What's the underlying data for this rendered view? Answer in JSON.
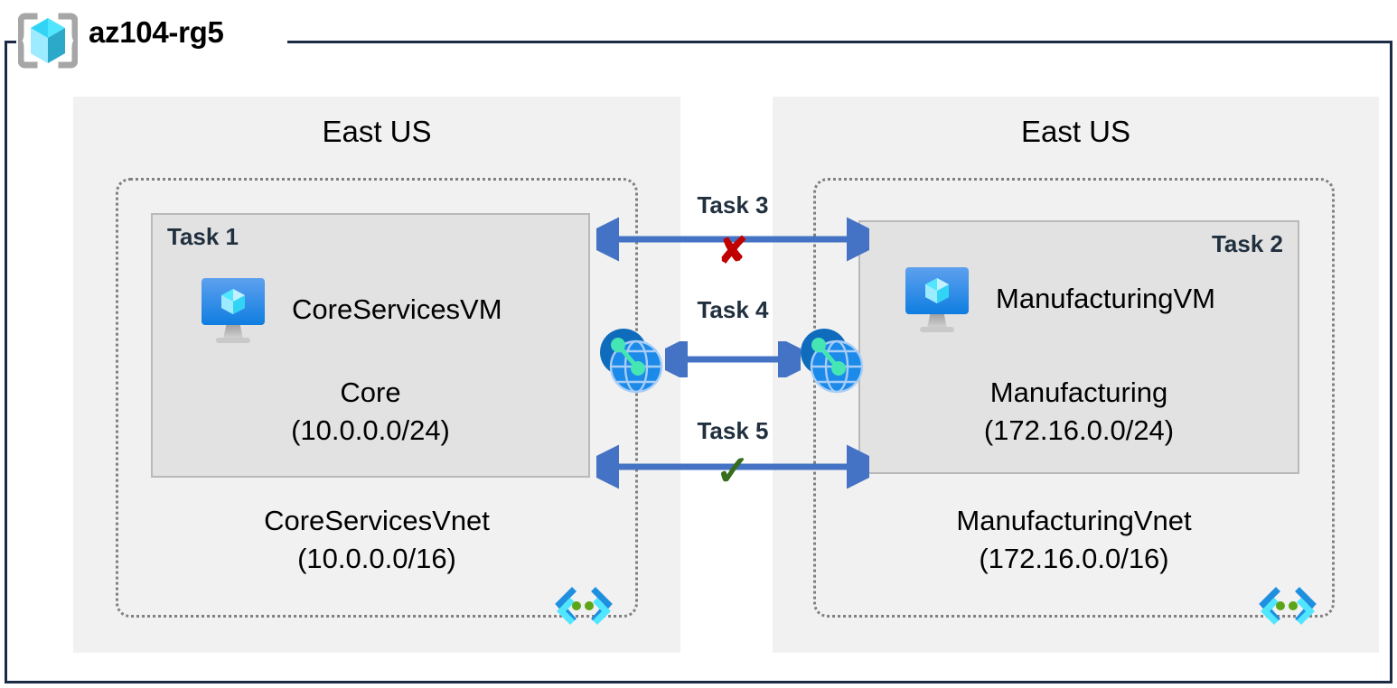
{
  "resource_group": {
    "name": "az104-rg5",
    "icon": "azure-resource-group-cube-icon"
  },
  "regions": [
    {
      "id": "left",
      "label": "East US",
      "vnet": {
        "name": "CoreServicesVnet",
        "cidr": "(10.0.0.0/16)",
        "icon": "virtual-network-icon"
      },
      "subnet": {
        "task_badge": "Task 1",
        "vm_name": "CoreServicesVM",
        "vm_icon": "virtual-machine-icon",
        "name": "Core",
        "cidr": "(10.0.0.0/24)"
      }
    },
    {
      "id": "right",
      "label": "East US",
      "vnet": {
        "name": "ManufacturingVnet",
        "cidr": "(172.16.0.0/16)",
        "icon": "virtual-network-icon"
      },
      "subnet": {
        "task_badge": "Task 2",
        "vm_name": "ManufacturingVM",
        "vm_icon": "virtual-machine-icon",
        "name": "Manufacturing",
        "cidr": "(172.16.0.0/24)"
      }
    }
  ],
  "connectors": [
    {
      "id": "task3",
      "label": "Task 3",
      "mark": "✘",
      "mark_name": "red-x-mark",
      "mark_color": "#c00000"
    },
    {
      "id": "task4",
      "label": "Task 4",
      "mark": "",
      "mark_name": "none",
      "mark_color": ""
    },
    {
      "id": "task5",
      "label": "Task 5",
      "mark": "✓",
      "mark_name": "green-check-mark",
      "mark_color": "#376e1e"
    }
  ],
  "peering_icons": {
    "left_name": "vnet-peering-icon",
    "right_name": "vnet-peering-icon"
  },
  "colors": {
    "frame_border": "#1b2a45",
    "region_fill": "#f1f1f1",
    "subnet_fill": "#e2e2e2",
    "subnet_border": "#b9b9b9",
    "vnet_dash": "#808080",
    "arrow_blue": "#4472c4",
    "azure_blue": "#0078d4",
    "cube_cyan": "#50e6ff"
  }
}
